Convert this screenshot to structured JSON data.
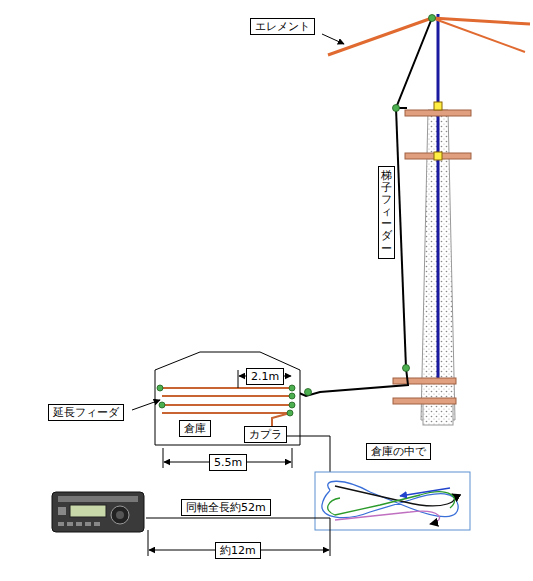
{
  "diagram": {
    "nodes": [
      {
        "text": [
          "エレメント"
        ]
      },
      {
        "text": [
          "梯子フィーダー"
        ]
      },
      {
        "text": [
          "2.1m"
        ]
      },
      {
        "text": [
          "延長フィーダ"
        ]
      },
      {
        "text": [
          "倉庫"
        ]
      },
      {
        "text": [
          "カプラ"
        ]
      },
      {
        "text": [
          "5.5m"
        ]
      },
      {
        "text": [
          "倉庫の中で"
        ]
      },
      {
        "text": [
          "同軸全長約52m"
        ]
      },
      {
        "text": [
          "約12m"
        ]
      }
    ]
  }
}
